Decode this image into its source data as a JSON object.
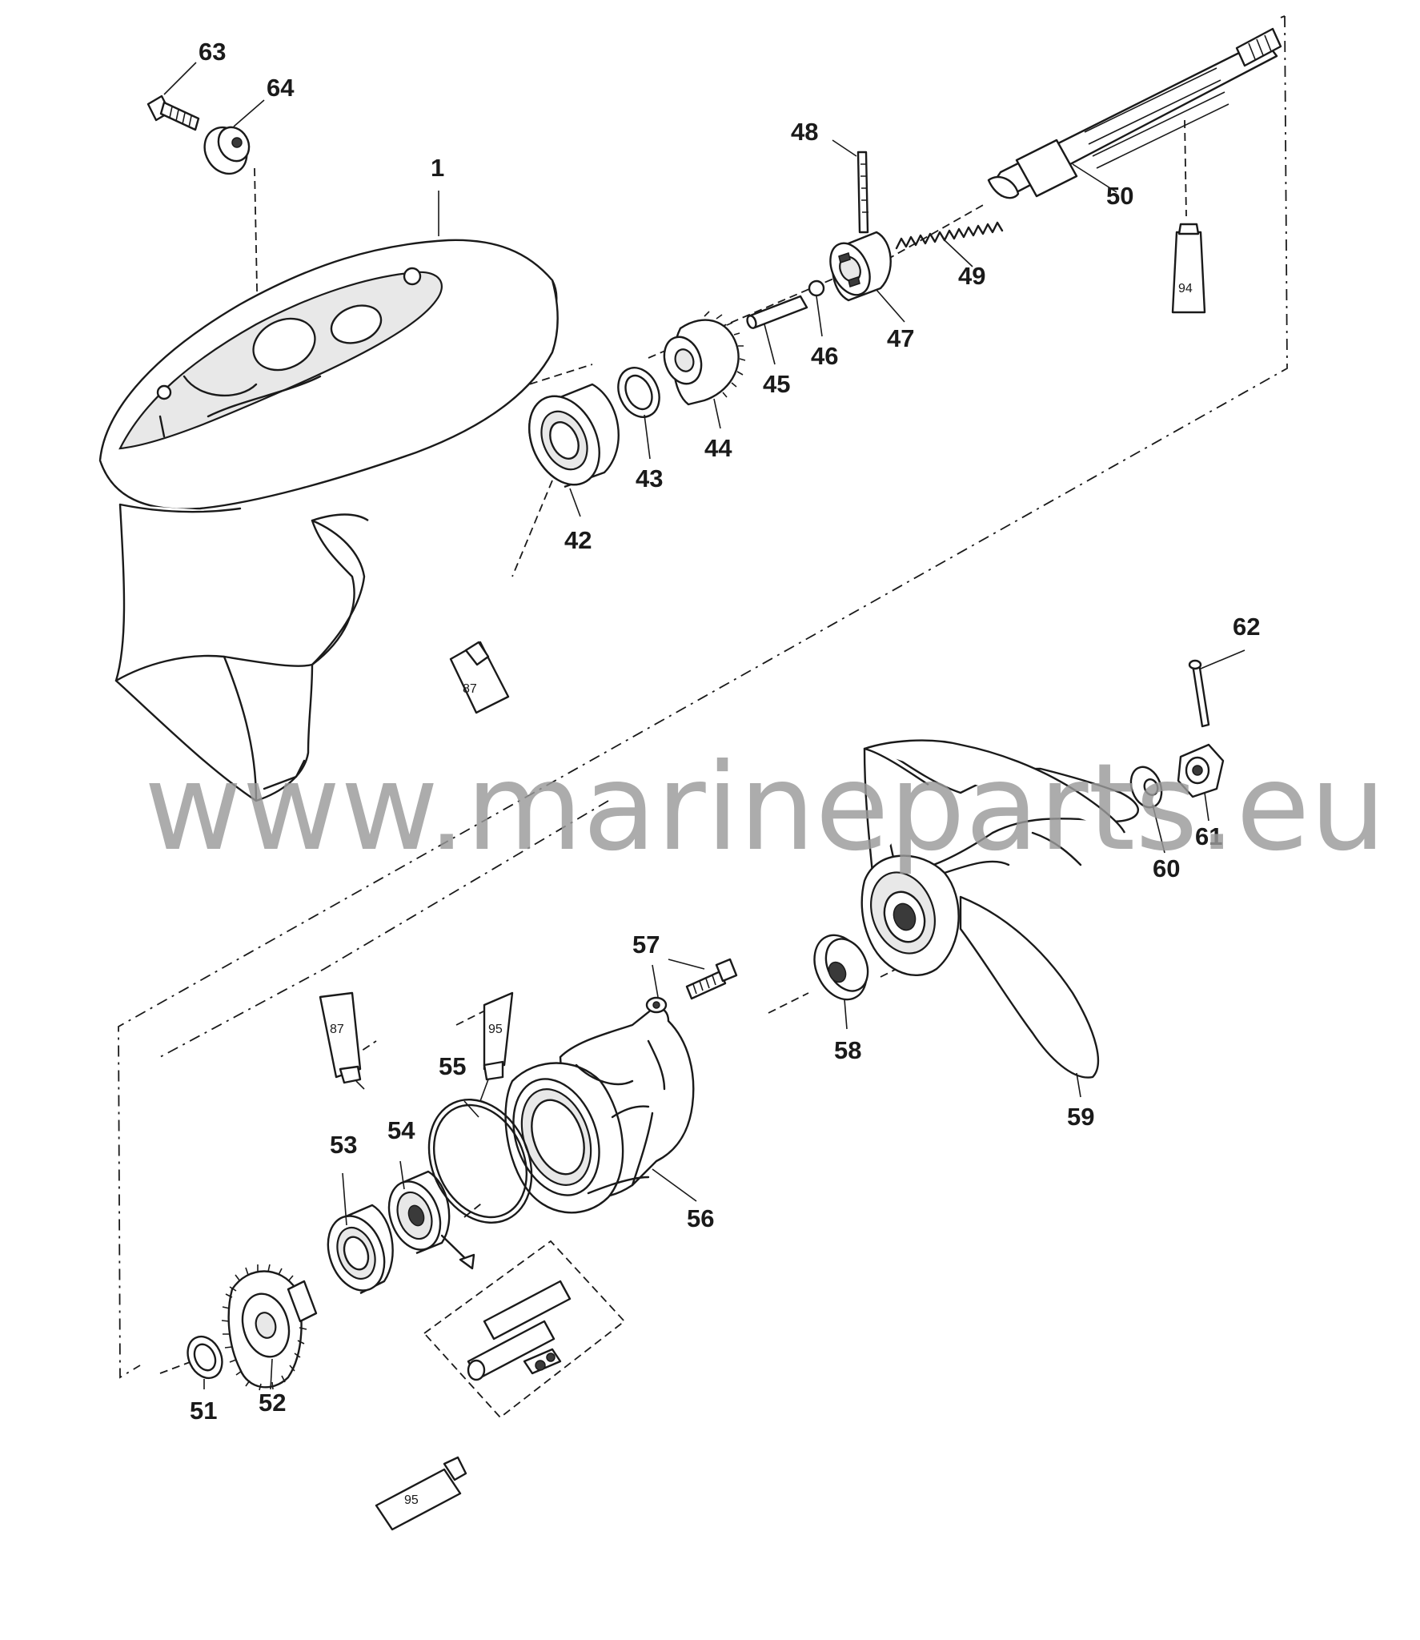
{
  "watermark": "www.marineparts.eu",
  "callouts": {
    "p1": "1",
    "p42": "42",
    "p43": "43",
    "p44": "44",
    "p45": "45",
    "p46": "46",
    "p47": "47",
    "p48": "48",
    "p49": "49",
    "p50": "50",
    "p51": "51",
    "p52": "52",
    "p53": "53",
    "p54": "54",
    "p55": "55",
    "p56": "56",
    "p57": "57",
    "p58": "58",
    "p59": "59",
    "p60": "60",
    "p61": "61",
    "p62": "62",
    "p63": "63",
    "p64": "64"
  },
  "tubes": {
    "t94": "94",
    "t87a": "87",
    "t87b": "87",
    "t95a": "95",
    "t95b": "95"
  }
}
